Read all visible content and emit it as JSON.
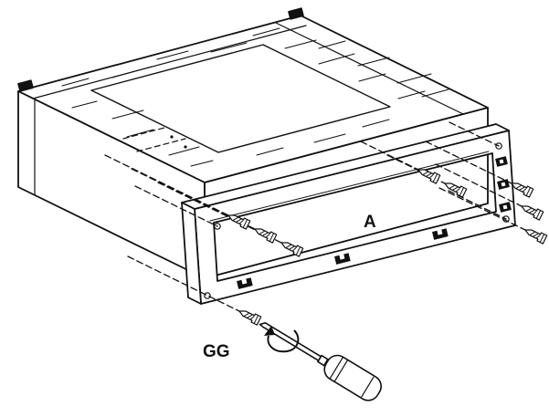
{
  "diagram": {
    "labels": {
      "front_frame": "A",
      "screws": "GG"
    },
    "colors": {
      "line": "#111111",
      "background": "#ffffff"
    },
    "parts": [
      {
        "name": "cabinet-body"
      },
      {
        "name": "front-frame",
        "label": "A"
      },
      {
        "name": "mounting-screws",
        "label": "GG",
        "count": 9
      },
      {
        "name": "mounting-clips",
        "count": 6
      },
      {
        "name": "corner-holes",
        "count": 4
      },
      {
        "name": "screwdriver"
      },
      {
        "name": "rotation-arrow"
      }
    ]
  }
}
